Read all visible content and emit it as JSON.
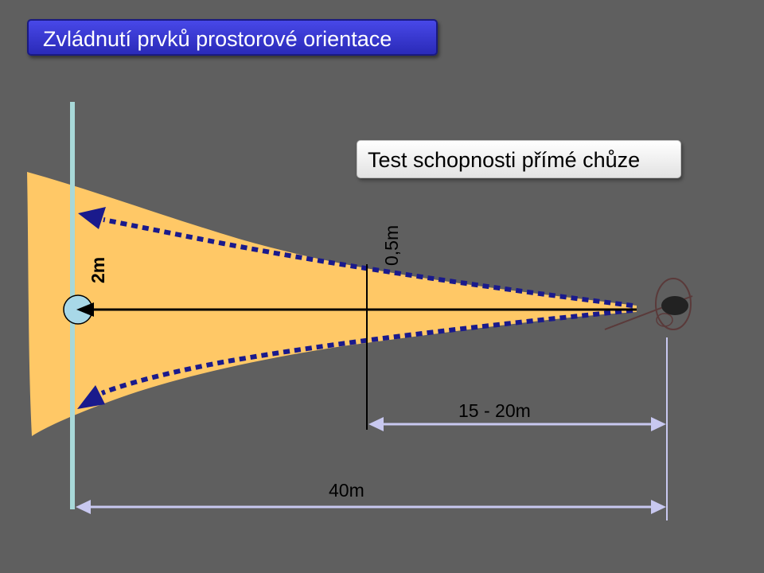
{
  "title": "Zvládnutí prvků prostorové orientace",
  "test_label": "Test schopnosti přímé chůze",
  "labels": {
    "width_start": "2m",
    "width_mid": "0,5m",
    "segment": "15 - 20m",
    "total": "40m"
  },
  "colors": {
    "background": "#5f5f5f",
    "path_area": "#ffc866",
    "title_bg": "#3333cc",
    "dashed": "#1a1a8c",
    "start_line": "#a8d8d8",
    "dimension": "#c8c8f0"
  }
}
